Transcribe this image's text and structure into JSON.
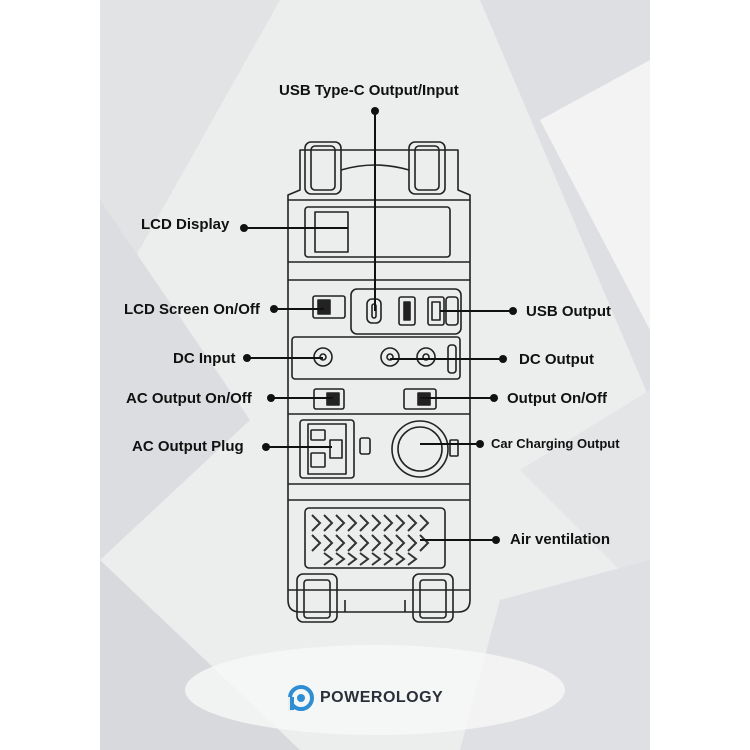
{
  "labels": {
    "usb_type_c": "USB Type-C Output/Input",
    "lcd_display": "LCD Display",
    "lcd_screen_onoff": "LCD Screen On/Off",
    "usb_output": "USB Output",
    "dc_input": "DC Input",
    "dc_output": "DC Output",
    "ac_output_onoff": "AC Output On/Off",
    "output_onoff": "Output On/Off",
    "ac_output_plug": "AC Output Plug",
    "car_charging_output": "Car Charging Output",
    "air_ventilation": "Air ventilation"
  },
  "brand": {
    "name": "POWEROLOGY"
  },
  "colors": {
    "line": "#111111",
    "background_panel": "#e9eaec",
    "brand_icon": "#2f8ed3",
    "brand_text": "#2b2f3a"
  }
}
